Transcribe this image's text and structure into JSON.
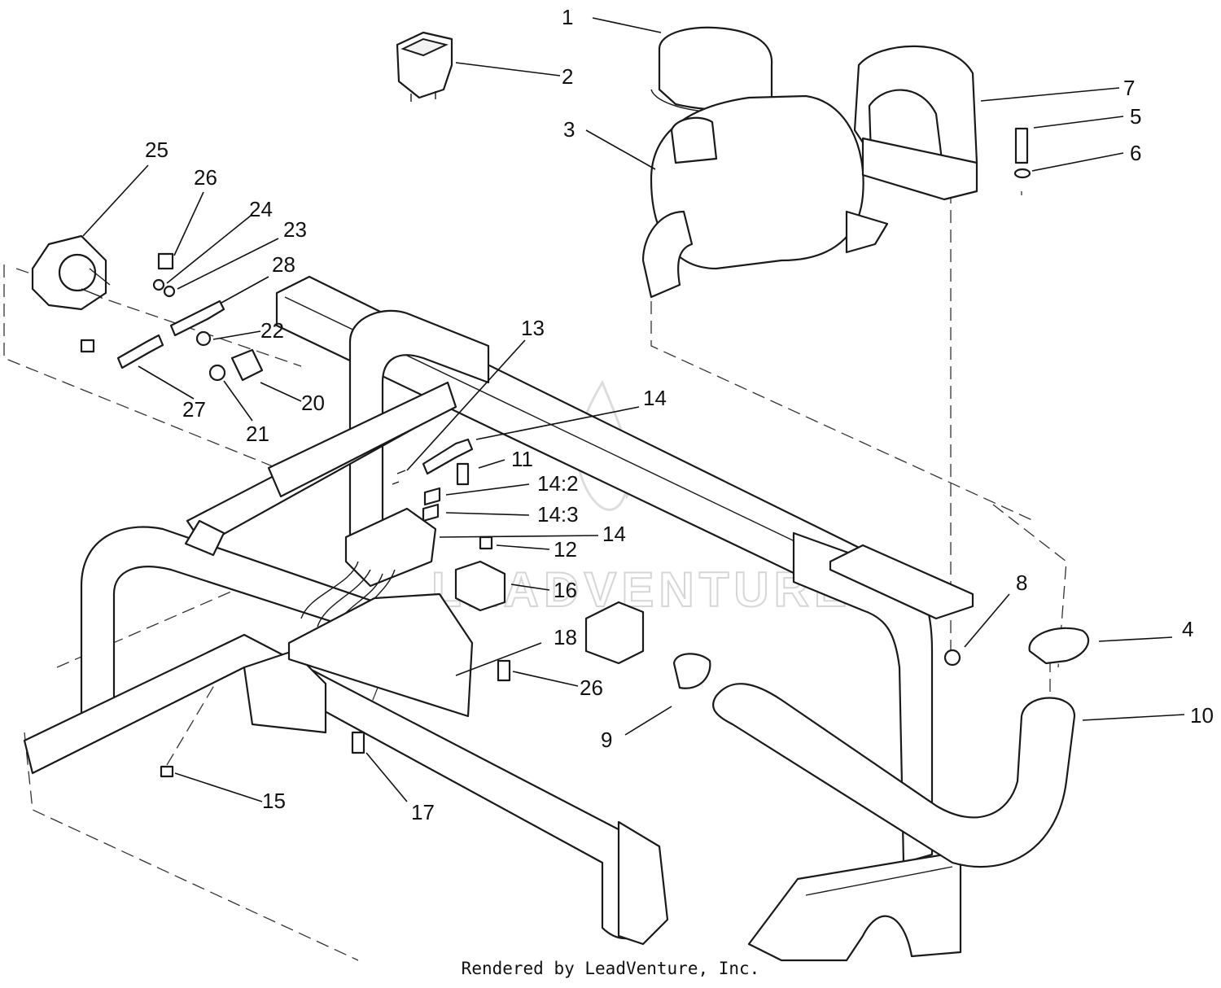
{
  "diagram": {
    "watermark_text": "LEADVENTURE",
    "credit": "Rendered by LeadVenture, Inc.",
    "callouts": [
      {
        "id": "c1",
        "label": "1"
      },
      {
        "id": "c2",
        "label": "2"
      },
      {
        "id": "c3",
        "label": "3"
      },
      {
        "id": "c4",
        "label": "4"
      },
      {
        "id": "c5",
        "label": "5"
      },
      {
        "id": "c6",
        "label": "6"
      },
      {
        "id": "c7",
        "label": "7"
      },
      {
        "id": "c8",
        "label": "8"
      },
      {
        "id": "c9",
        "label": "9"
      },
      {
        "id": "c10",
        "label": "10"
      },
      {
        "id": "c11",
        "label": "11"
      },
      {
        "id": "c12",
        "label": "12"
      },
      {
        "id": "c13",
        "label": "13"
      },
      {
        "id": "c14a",
        "label": "14"
      },
      {
        "id": "c14b",
        "label": "14:2"
      },
      {
        "id": "c14c",
        "label": "14:3"
      },
      {
        "id": "c14d",
        "label": "14"
      },
      {
        "id": "c15",
        "label": "15"
      },
      {
        "id": "c16",
        "label": "16"
      },
      {
        "id": "c17",
        "label": "17"
      },
      {
        "id": "c18",
        "label": "18"
      },
      {
        "id": "c20",
        "label": "20"
      },
      {
        "id": "c21",
        "label": "21"
      },
      {
        "id": "c22",
        "label": "22"
      },
      {
        "id": "c23",
        "label": "23"
      },
      {
        "id": "c24",
        "label": "24"
      },
      {
        "id": "c25",
        "label": "25"
      },
      {
        "id": "c26a",
        "label": "26"
      },
      {
        "id": "c26b",
        "label": "26"
      },
      {
        "id": "c27",
        "label": "27"
      },
      {
        "id": "c28",
        "label": "28"
      }
    ]
  }
}
